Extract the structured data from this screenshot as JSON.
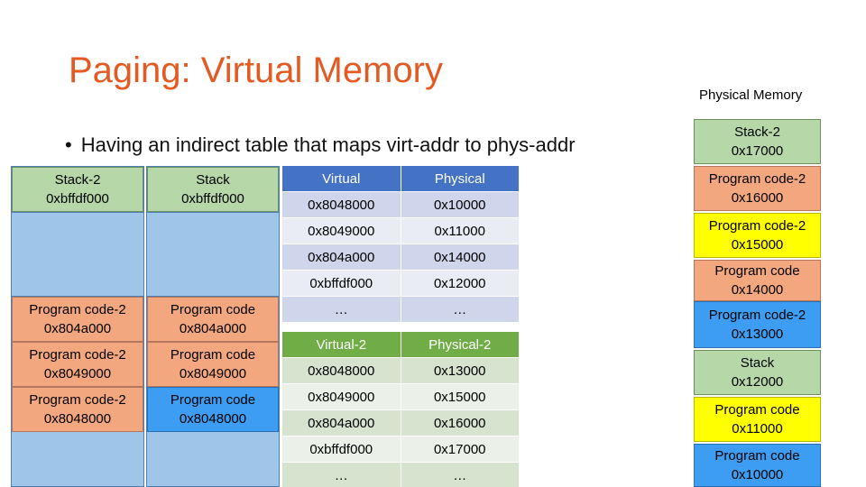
{
  "slide": {
    "title": "Paging: Virtual Memory",
    "bullet_dot": "•",
    "bullet": "Having an indirect table that maps virt-addr to phys-addr",
    "physical_label": "Physical Memory"
  },
  "colors": {
    "title": "#e35a22",
    "stack": "#b6d7a8",
    "code_orange": "#f3a77f",
    "code_blue": "#3d9df2",
    "empty": "#9fc5e8",
    "yellow": "#ffff00",
    "table1_header": "#4472c4",
    "table2_header": "#70ad47"
  },
  "vmem_left": {
    "stack": {
      "name": "Stack-2",
      "addr": "0xbffdf000"
    },
    "blocks": [
      {
        "name": "Program code-2",
        "addr": "0x804a000"
      },
      {
        "name": "Program code-2",
        "addr": "0x8049000"
      },
      {
        "name": "Program code-2",
        "addr": "0x8048000"
      }
    ]
  },
  "vmem_right": {
    "stack": {
      "name": "Stack",
      "addr": "0xbffdf000"
    },
    "blocks": [
      {
        "name": "Program code",
        "addr": "0x804a000"
      },
      {
        "name": "Program code",
        "addr": "0x8049000"
      },
      {
        "name": "Program code",
        "addr": "0x8048000"
      }
    ]
  },
  "table1": {
    "headers": [
      "Virtual",
      "Physical"
    ],
    "rows": [
      [
        "0x8048000",
        "0x10000"
      ],
      [
        "0x8049000",
        "0x11000"
      ],
      [
        "0x804a000",
        "0x14000"
      ],
      [
        "0xbffdf000",
        "0x12000"
      ],
      [
        "…",
        "…"
      ]
    ]
  },
  "table2": {
    "headers": [
      "Virtual-2",
      "Physical-2"
    ],
    "rows": [
      [
        "0x8048000",
        "0x13000"
      ],
      [
        "0x8049000",
        "0x15000"
      ],
      [
        "0x804a000",
        "0x16000"
      ],
      [
        "0xbffdf000",
        "0x17000"
      ],
      [
        "…",
        "…"
      ]
    ]
  },
  "physical": [
    {
      "name": "Stack-2",
      "addr": "0x17000"
    },
    {
      "name": "Program code-2",
      "addr": "0x16000"
    },
    {
      "name": "Program code-2",
      "addr": "0x15000"
    },
    {
      "name": "Program code",
      "addr": "0x14000"
    },
    {
      "name": "Program code-2",
      "addr": "0x13000"
    },
    {
      "name": "Stack",
      "addr": "0x12000"
    },
    {
      "name": "Program code",
      "addr": "0x11000"
    },
    {
      "name": "Program code",
      "addr": "0x10000"
    }
  ]
}
